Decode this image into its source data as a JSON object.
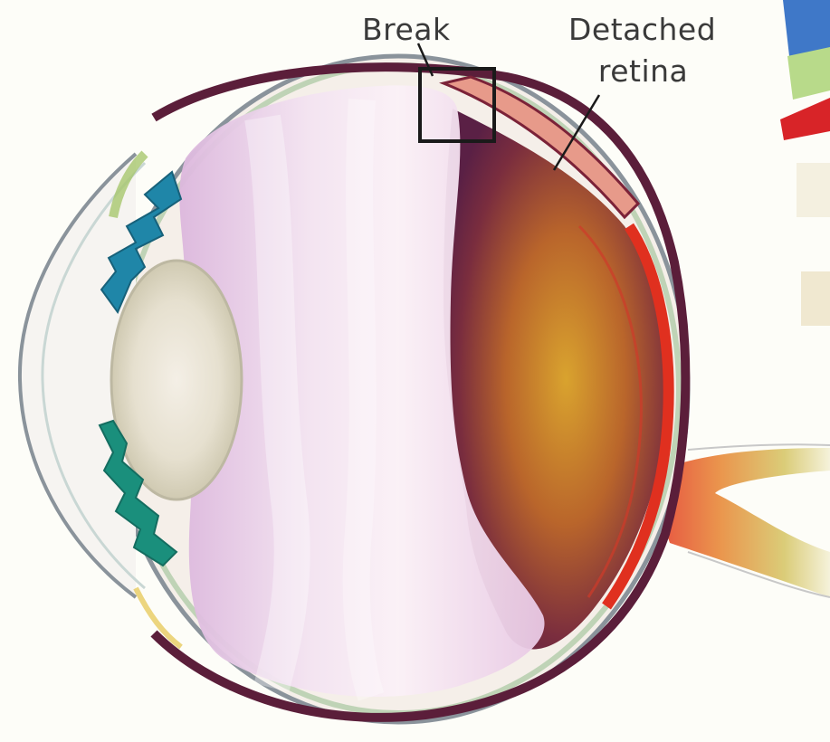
{
  "labels": {
    "break": "Break",
    "detached_line1": "Detached",
    "detached_line2": "retina"
  },
  "colors": {
    "vitreous": "#ead3ea",
    "detached_fluid": "#b85a2a",
    "retina_red": "#d32a1c",
    "iris_blue": "#1f86a8",
    "sclera_outline": "#7b8590"
  }
}
